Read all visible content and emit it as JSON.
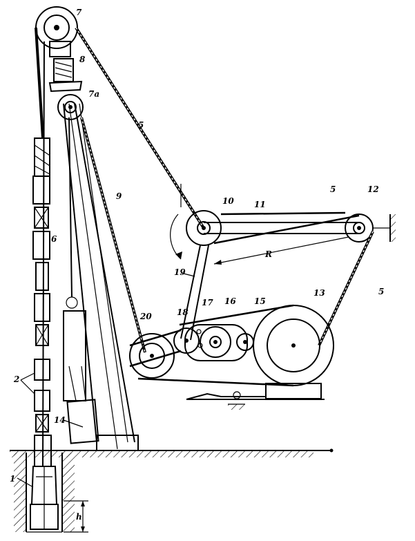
{
  "labels": {
    "l1": "1",
    "l2": "2",
    "l5a": "5",
    "l5b": "5",
    "l5c": "5",
    "l6": "6",
    "l7": "7",
    "l7a": "7a",
    "l8": "8",
    "l9": "9",
    "l10": "10",
    "l11": "11",
    "l12": "12",
    "l13": "13",
    "l14": "14",
    "l15": "15",
    "l16": "16",
    "l17": "17",
    "l18": "18",
    "l19": "19",
    "l20": "20",
    "lR": "R",
    "lh": "h"
  }
}
